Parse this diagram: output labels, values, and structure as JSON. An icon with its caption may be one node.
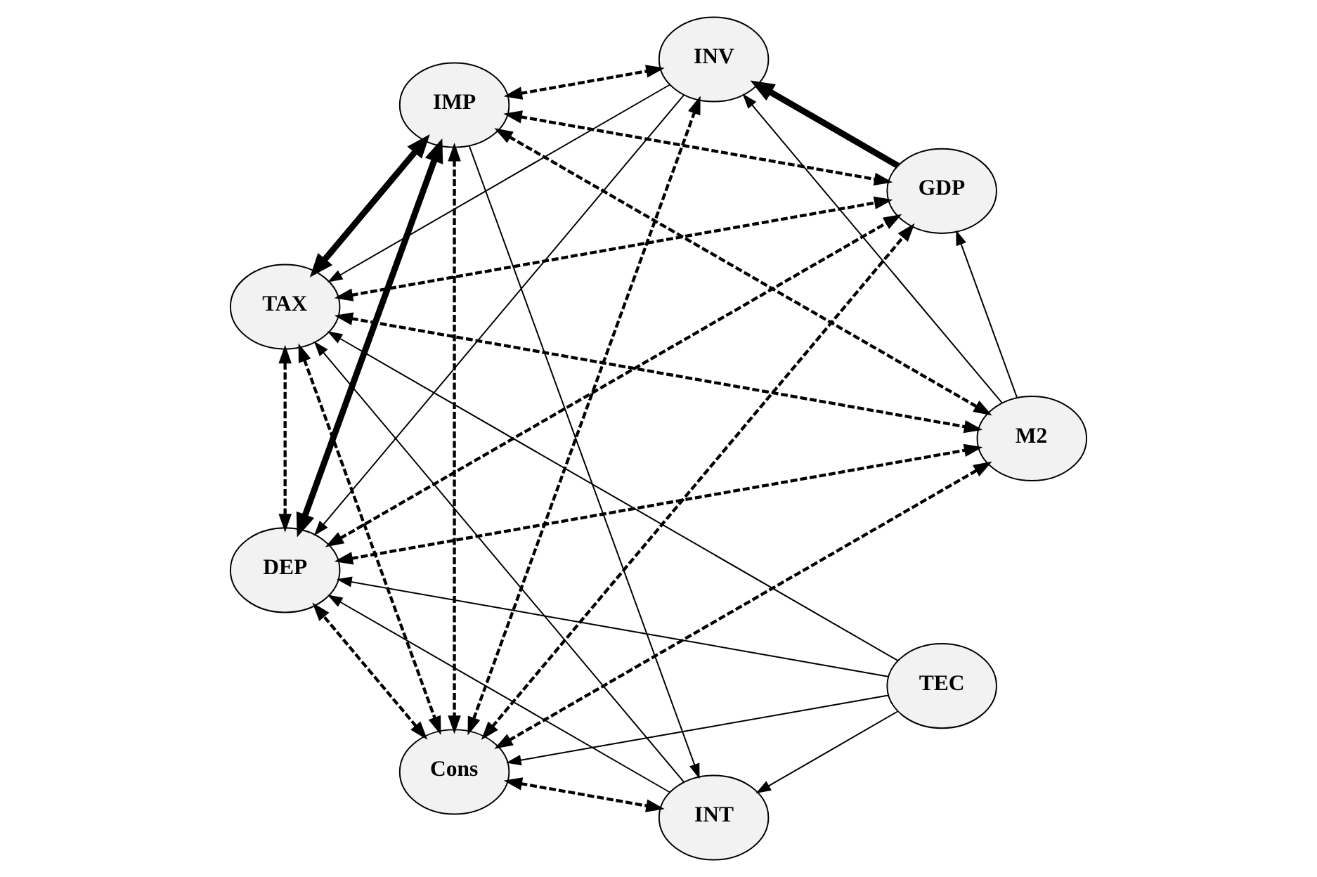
{
  "diagram": {
    "nodes": [
      {
        "text": [
          "Cons"
        ]
      },
      {
        "text": [
          "DEP"
        ]
      },
      {
        "text": [
          "M2"
        ]
      },
      {
        "text": [
          "IMP"
        ]
      },
      {
        "text": [
          "TEC"
        ]
      },
      {
        "text": [
          "TAX"
        ]
      },
      {
        "text": [
          "INT"
        ]
      },
      {
        "text": [
          "INV"
        ]
      },
      {
        "text": [
          "GDP"
        ]
      }
    ],
    "edges": [
      {
        "from": 0,
        "to": 1,
        "arrow": "both",
        "style": "dashed"
      },
      {
        "from": 0,
        "to": 2,
        "arrow": "both",
        "style": "dashed"
      },
      {
        "from": 1,
        "to": 2,
        "arrow": "both",
        "style": "dashed"
      },
      {
        "from": 1,
        "to": 3,
        "arrow": "both",
        "style": "thick"
      },
      {
        "from": 3,
        "to": 5,
        "arrow": "both",
        "style": "thick"
      },
      {
        "from": 3,
        "to": 2,
        "arrow": "both",
        "style": "dashed"
      },
      {
        "from": 3,
        "to": 0,
        "arrow": "both",
        "style": "dashed"
      },
      {
        "from": 5,
        "to": 0,
        "arrow": "both",
        "style": "dashed"
      },
      {
        "from": 5,
        "to": 2,
        "arrow": "both",
        "style": "dashed"
      },
      {
        "from": 1,
        "to": 5,
        "arrow": "both",
        "style": "dashed"
      },
      {
        "from": 0,
        "to": 7,
        "arrow": "both",
        "style": "dashed"
      },
      {
        "from": 0,
        "to": 8,
        "arrow": "both",
        "style": "dashed"
      },
      {
        "from": 0,
        "to": 6,
        "arrow": "both",
        "style": "dashed"
      },
      {
        "from": 1,
        "to": 8,
        "arrow": "both",
        "style": "dashed"
      },
      {
        "from": 3,
        "to": 8,
        "arrow": "both",
        "style": "dashed"
      },
      {
        "from": 3,
        "to": 7,
        "arrow": "both",
        "style": "dashed"
      },
      {
        "from": 5,
        "to": 8,
        "arrow": "both",
        "style": "dashed"
      },
      {
        "from": 4,
        "to": 0,
        "arrow": "to"
      },
      {
        "from": 4,
        "to": 1,
        "arrow": "to"
      },
      {
        "from": 4,
        "to": 5,
        "arrow": "to"
      },
      {
        "from": 4,
        "to": 6,
        "arrow": "to"
      },
      {
        "from": 6,
        "to": 1,
        "arrow": "to"
      },
      {
        "from": 6,
        "to": 5,
        "arrow": "to"
      },
      {
        "from": 3,
        "to": 6,
        "arrow": "to"
      },
      {
        "from": 2,
        "to": 8,
        "arrow": "to"
      },
      {
        "from": 2,
        "to": 7,
        "arrow": "to"
      },
      {
        "from": 7,
        "to": 1,
        "arrow": "to"
      },
      {
        "from": 7,
        "to": 5,
        "arrow": "to"
      },
      {
        "from": 8,
        "to": 7,
        "arrow": "to",
        "style": "thick"
      }
    ]
  }
}
